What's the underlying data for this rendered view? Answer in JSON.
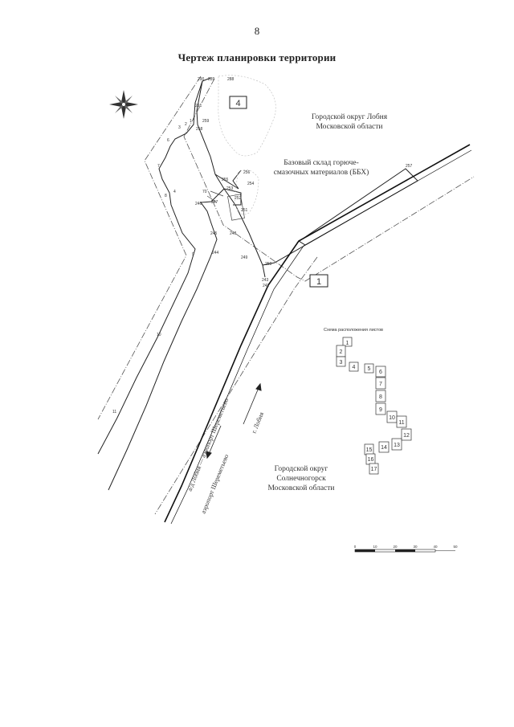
{
  "page": {
    "number": "8",
    "title": "Чертеж планировки территории"
  },
  "map_labels": {
    "lobnya_line1": "Городской округ Лобня",
    "lobnya_line2": "Московской области",
    "warehouse_line1": "Базовый склад горюче-",
    "warehouse_line2": "смазочных материалов (ББХ)",
    "solnech_line1": "Городской округ",
    "solnech_line2": "Солнечногорск",
    "solnech_line3": "Московской области",
    "road_1": "а/д Лобня — аэропорт Шереметьево",
    "road_2": "аэропорт Шереметьево",
    "road_3": "г. Лобня",
    "zone_1": "1",
    "zone_4": "4"
  },
  "point_labels": {
    "p290": "290",
    "p289": "289",
    "p288": "288",
    "p291": "291",
    "p259": "259",
    "p258": "258",
    "p257": "257",
    "p256": "256",
    "p255": "255",
    "p254": "254",
    "p253": "253",
    "p252": "252",
    "p251": "251",
    "p250": "250",
    "p249": "249",
    "p248": "248",
    "p247": "247",
    "p246": "246",
    "p245": "245",
    "p244": "244",
    "p243": "243",
    "p242": "242",
    "p241": "241",
    "p240": "240",
    "p239": "239",
    "p70": "70",
    "p4": "4",
    "p3": "3",
    "p2": "2",
    "p1": "1",
    "p6": "6",
    "p7": "7",
    "p8": "8",
    "p9": "9",
    "p10": "10",
    "p11": "11"
  },
  "sheet_scheme": {
    "title": "Схема расположения листов",
    "sheets": [
      "1",
      "2",
      "3",
      "4",
      "5",
      "6",
      "7",
      "8",
      "9",
      "10",
      "11",
      "12",
      "13",
      "14",
      "15",
      "16",
      "17"
    ]
  },
  "scale_bar": {
    "labels": [
      "0",
      "10",
      "20",
      "30",
      "40",
      "50"
    ]
  }
}
